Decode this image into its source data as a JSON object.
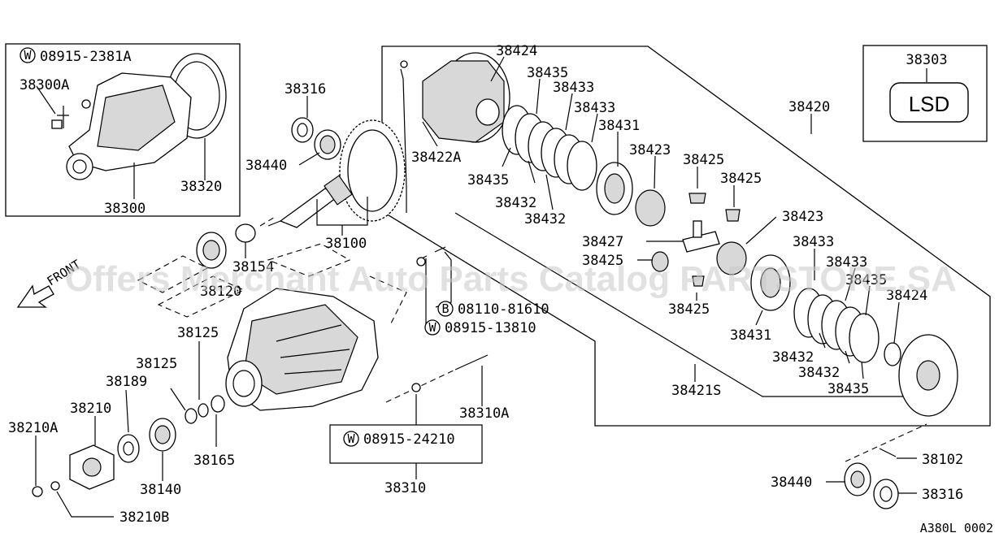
{
  "watermark": "Offers Merchant Auto Parts Catalog PARTSTORE.SA",
  "front_label": "FRONT",
  "inset_left": {
    "washer_code": "W",
    "washer_part": "08915-2381A",
    "parts": [
      "38300A",
      "38320",
      "38300"
    ]
  },
  "lsd_box": {
    "part": "38303",
    "badge": "LSD"
  },
  "footer_code": "A380L 0002",
  "labels": {
    "p38316a": "38316",
    "p38440a": "38440",
    "p38100": "38100",
    "p38154": "38154",
    "p38120": "38120",
    "p38424a": "38424",
    "p38435a": "38435",
    "p38433a": "38433",
    "p38433b": "38433",
    "p38431a": "38431",
    "p38422a": "38422A",
    "p38435b": "38435",
    "p38432a": "38432",
    "p38432b": "38432",
    "p38423a": "38423",
    "p38425a": "38425",
    "p38425b": "38425",
    "p38420": "38420",
    "p38423b": "38423",
    "p38427": "38427",
    "p38425c": "38425",
    "p38433c": "38433",
    "p38433d": "38433",
    "p38435c": "38435",
    "p38424b": "38424",
    "p38425d": "38425",
    "p38431b": "38431",
    "p38432c": "38432",
    "p38432d": "38432",
    "p38435d": "38435",
    "p38421s": "38421S",
    "p38125a": "38125",
    "p38125b": "38125",
    "p38189": "38189",
    "p38210": "38210",
    "p38210a": "38210A",
    "p38165": "38165",
    "p38140": "38140",
    "p38210b": "38210B",
    "p38310a": "38310A",
    "p38310": "38310",
    "p38102": "38102",
    "p38440b": "38440",
    "p38316b": "38316"
  },
  "callouts": {
    "bolt_code": "B",
    "bolt_part": "08110-81610",
    "washer1_code": "W",
    "washer1_part": "08915-13810",
    "washer2_code": "W",
    "washer2_part": "08915-24210"
  }
}
